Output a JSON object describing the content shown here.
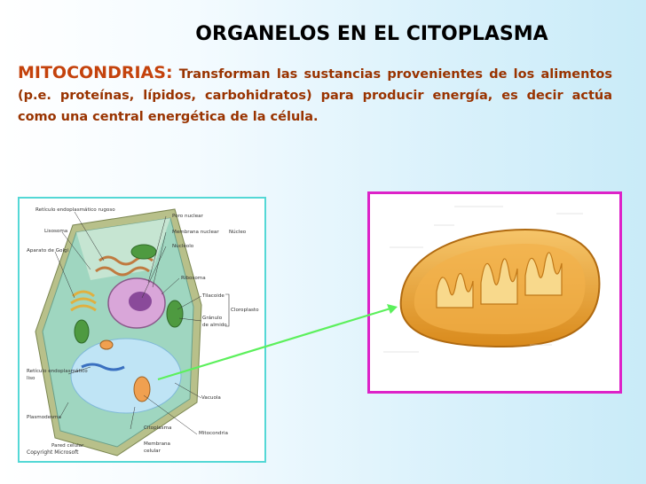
{
  "slide": {
    "title": "ORGANELOS EN EL CITOPLASMA",
    "term": "MITOCONDRIAS:",
    "description": "Transforman las sustancias provenientes de los alimentos (p.e. proteínas, lípidos, carbohidratos) para producir energía, es decir actúa como una central energética de la célula."
  },
  "cell_diagram": {
    "labels": {
      "rer": "Retículo endoplasmático rugoso",
      "lisosoma": "Lisosoma",
      "golgi": "Aparato de Golgi",
      "poro": "Poro nuclear",
      "membrana_nuclear": "Membrana nuclear",
      "nucleo": "Núcleo",
      "nucleolo": "Nucléolo",
      "ribosoma": "Ribosoma",
      "tilacoide": "Tilacoide",
      "granulo": "Gránulo",
      "almidon": "de almido",
      "cloroplasto": "Cloroplasto",
      "rel_1": "Retículo endoplasmático",
      "rel_2": "liso",
      "vacuola": "Vacuola",
      "plasmodesma": "Plasmodesma",
      "citoplasma": "Citoplasma",
      "mitocondria": "Mitocondria",
      "pared": "Pared celular",
      "membrana_1": "Membrana",
      "membrana_2": "celular"
    },
    "copyright": "Copyright Microsoft"
  },
  "colors": {
    "title": "#000000",
    "text": "#993300",
    "term": "#c4420c",
    "cell_border": "#54d8d6",
    "mito_border": "#dd22c8",
    "arrow": "#5cf05c"
  }
}
